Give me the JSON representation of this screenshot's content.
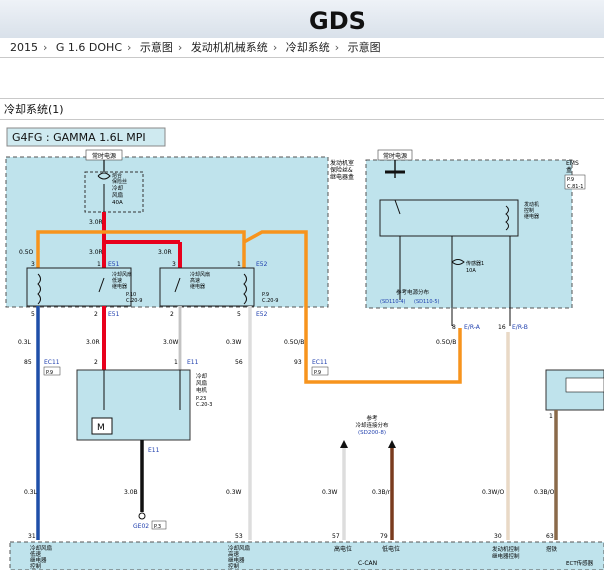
{
  "header": {
    "logo_text": "GDS"
  },
  "breadcrumb": [
    "2015",
    "G 1.6 DOHC",
    "示意图",
    "发动机机械系统",
    "冷却系统",
    "示意图"
  ],
  "section_title": "冷却系统(1)",
  "diagram": {
    "engine_title": "G4FG : GAMMA 1.6L MPI",
    "left_box_tag": "常时电源",
    "left_box_label": [
      "发动机室",
      "保险丝&",
      "继电器盒"
    ],
    "fuse": {
      "label": [
        "冷却",
        "风扇",
        "40A"
      ],
      "side_label": [
        "熔合",
        "保险丝"
      ]
    },
    "relay_low": {
      "label": [
        "冷却风扇",
        "低速",
        "继电器"
      ],
      "ref": [
        "P.10",
        "C.20-9"
      ]
    },
    "relay_high": {
      "label": [
        "冷却风扇",
        "高速",
        "继电器"
      ],
      "ref": [
        "P.9",
        "C.20-9"
      ]
    },
    "ems_tag": "常时电源",
    "ems_label": [
      "EMS",
      "盒"
    ],
    "ems_ref": [
      "P.9",
      "C.81-1"
    ],
    "ems_relay": [
      "发动机",
      "控制",
      "继电器"
    ],
    "sensor_fuse": [
      "传感器1",
      "10A"
    ],
    "ref_power": "参考电源分布",
    "ref_power_codes": [
      "(SD110-4)",
      "(SD110-5)"
    ],
    "motor": {
      "label": [
        "冷却",
        "风扇",
        "电机"
      ],
      "ref": [
        "P.23",
        "C.20-3"
      ]
    },
    "can_ref": [
      "参考",
      "冷却连接分布",
      "(SD200-8)"
    ],
    "ground_code": "GE02",
    "ground_page": "P.3",
    "ect_label": "ECT传感器",
    "connectors": {
      "ec11": "EC11",
      "e11": "E11",
      "e51": "E51",
      "e52": "E52",
      "p9": "P.9",
      "er_a": "E/R-A",
      "er_b": "E/R-B"
    },
    "wires": [
      "3.0R",
      "0.5O",
      "0.3L",
      "3.0W",
      "0.3W",
      "0.5O/B",
      "3.0B",
      "0.3B/r",
      "0.3W/O",
      "0.3B/O"
    ],
    "pins": [
      "3",
      "1",
      "3",
      "1",
      "5",
      "2",
      "2",
      "5",
      "85",
      "2",
      "1",
      "56",
      "93",
      "8",
      "16",
      "1",
      "31",
      "53",
      "57",
      "79",
      "30",
      "63"
    ],
    "bottom_labels": {
      "low_fan": [
        "冷却风扇",
        "低速",
        "继电器",
        "控制"
      ],
      "high_fan": [
        "冷却风扇",
        "高速",
        "继电器",
        "控制"
      ],
      "can_high": "高电位",
      "can_low": "低电位",
      "can": "C-CAN",
      "ecr": [
        "发动机控制",
        "继电器控制"
      ],
      "ect_gnd": "搭铁"
    }
  }
}
